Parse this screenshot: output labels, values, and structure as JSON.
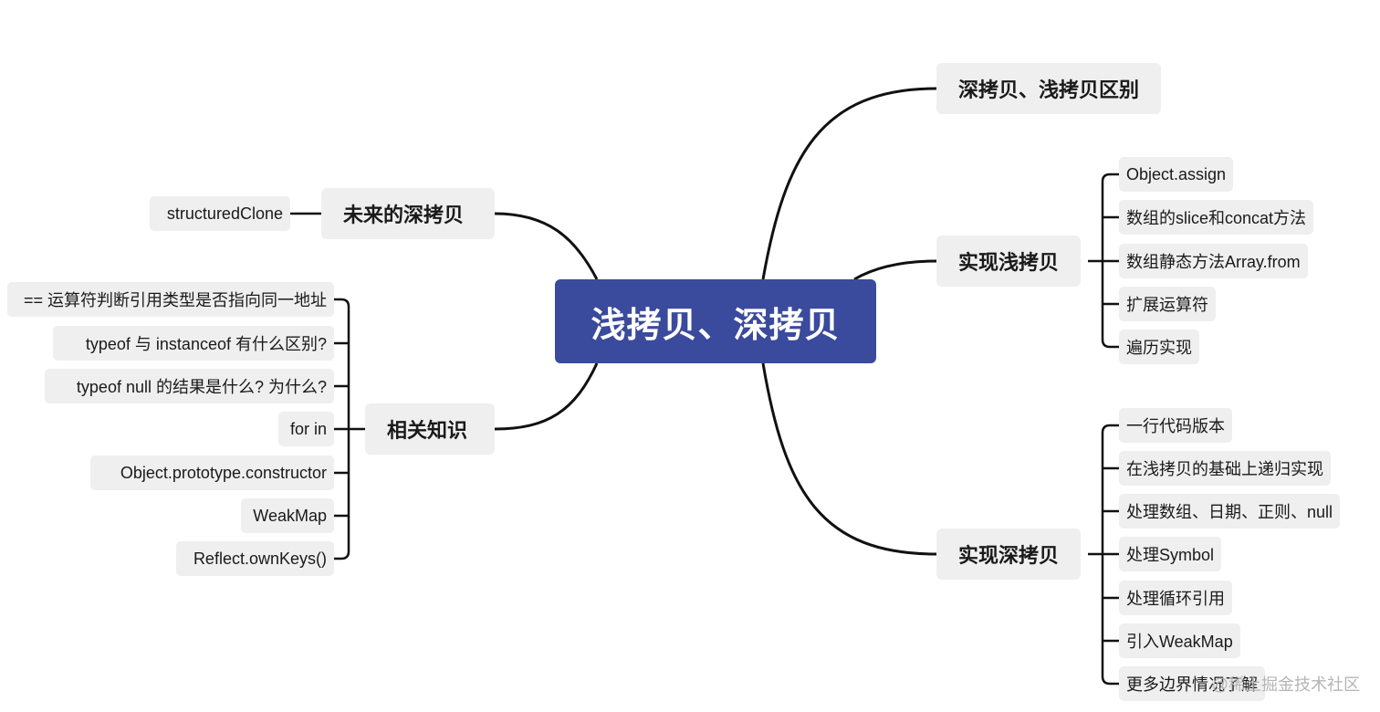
{
  "root": {
    "label": "浅拷贝、深拷贝"
  },
  "branches": {
    "difference": {
      "label": "深拷贝、浅拷贝区别"
    },
    "shallow": {
      "label": "实现浅拷贝",
      "items": [
        "Object.assign",
        "数组的slice和concat方法",
        "数组静态方法Array.from",
        "扩展运算符",
        "遍历实现"
      ]
    },
    "deep": {
      "label": "实现深拷贝",
      "items": [
        "一行代码版本",
        "在浅拷贝的基础上递归实现",
        "处理数组、日期、正则、null",
        "处理Symbol",
        "处理循环引用",
        "引入WeakMap",
        "更多边界情况了解"
      ]
    },
    "future": {
      "label": "未来的深拷贝",
      "items": [
        "structuredClone"
      ]
    },
    "related": {
      "label": "相关知识",
      "items": [
        "== 运算符判断引用类型是否指向同一地址",
        "typeof 与 instanceof 有什么区别?",
        "typeof null 的结果是什么? 为什么?",
        "for in",
        "Object.prototype.constructor",
        "WeakMap",
        "Reflect.ownKeys()"
      ]
    }
  },
  "watermark": {
    "text": "@稀土掘金技术社区"
  },
  "colors": {
    "root_fill": "#3a4a9c",
    "node_fill": "#efefef",
    "line": "#111111",
    "text": "#1a1a1a"
  }
}
